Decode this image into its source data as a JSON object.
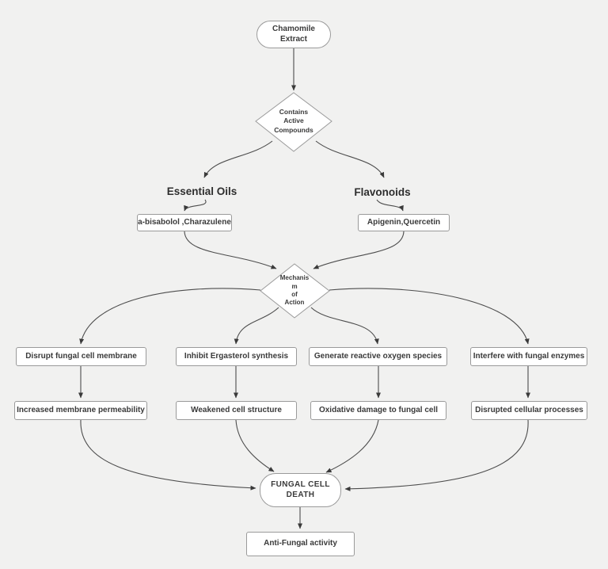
{
  "canvas": {
    "background": "#f1f1f0",
    "node_background": "#ffffff",
    "node_border": "#9a9a9a",
    "edge_color": "#4d4d4d",
    "text_color": "#3a3a3a"
  },
  "nodes": {
    "chamomile_extract": {
      "label": "Chamomile\nExtract",
      "shape": "stadium"
    },
    "contains_active_compounds": {
      "label": "Contains\nActive\nCompounds",
      "shape": "diamond"
    },
    "essential_oils": {
      "label": "Essential Oils",
      "shape": "text"
    },
    "flavonoids": {
      "label": "Flavonoids",
      "shape": "text"
    },
    "bisabolol": {
      "label": "a-bisabolol ,Charazulene",
      "shape": "rect"
    },
    "apigenin": {
      "label": "Apigenin,Quercetin",
      "shape": "rect"
    },
    "mechanism_of_action": {
      "label": "Mechanis\nm\nof\nAction",
      "shape": "diamond"
    },
    "disrupt_membrane": {
      "label": "Disrupt fungal cell membrane",
      "shape": "rect"
    },
    "inhibit_ergasterol": {
      "label": "Inhibit Ergasterol synthesis",
      "shape": "rect"
    },
    "generate_ros": {
      "label": "Generate reactive oxygen species",
      "shape": "rect"
    },
    "interfere_enzymes": {
      "label": "Interfere with fungal enzymes",
      "shape": "rect"
    },
    "increased_permeability": {
      "label": "Increased membrane permeability",
      "shape": "rect"
    },
    "weakened_structure": {
      "label": "Weakened cell structure",
      "shape": "rect"
    },
    "oxidative_damage": {
      "label": "Oxidative damage to fungal cell",
      "shape": "rect"
    },
    "disrupted_processes": {
      "label": "Disrupted cellular processes",
      "shape": "rect"
    },
    "fungal_cell_death": {
      "label": "FUNGAL CELL DEATH",
      "shape": "stadium"
    },
    "antifungal_activity": {
      "label": "Anti-Fungal activity",
      "shape": "rect"
    }
  },
  "edges": [
    {
      "from": "chamomile_extract",
      "to": "contains_active_compounds"
    },
    {
      "from": "contains_active_compounds",
      "to": "essential_oils"
    },
    {
      "from": "contains_active_compounds",
      "to": "flavonoids"
    },
    {
      "from": "essential_oils",
      "to": "bisabolol"
    },
    {
      "from": "flavonoids",
      "to": "apigenin"
    },
    {
      "from": "bisabolol",
      "to": "mechanism_of_action"
    },
    {
      "from": "apigenin",
      "to": "mechanism_of_action"
    },
    {
      "from": "mechanism_of_action",
      "to": "disrupt_membrane"
    },
    {
      "from": "mechanism_of_action",
      "to": "inhibit_ergasterol"
    },
    {
      "from": "mechanism_of_action",
      "to": "generate_ros"
    },
    {
      "from": "mechanism_of_action",
      "to": "interfere_enzymes"
    },
    {
      "from": "disrupt_membrane",
      "to": "increased_permeability"
    },
    {
      "from": "inhibit_ergasterol",
      "to": "weakened_structure"
    },
    {
      "from": "generate_ros",
      "to": "oxidative_damage"
    },
    {
      "from": "interfere_enzymes",
      "to": "disrupted_processes"
    },
    {
      "from": "increased_permeability",
      "to": "fungal_cell_death"
    },
    {
      "from": "weakened_structure",
      "to": "fungal_cell_death"
    },
    {
      "from": "oxidative_damage",
      "to": "fungal_cell_death"
    },
    {
      "from": "disrupted_processes",
      "to": "fungal_cell_death"
    },
    {
      "from": "fungal_cell_death",
      "to": "antifungal_activity"
    }
  ]
}
